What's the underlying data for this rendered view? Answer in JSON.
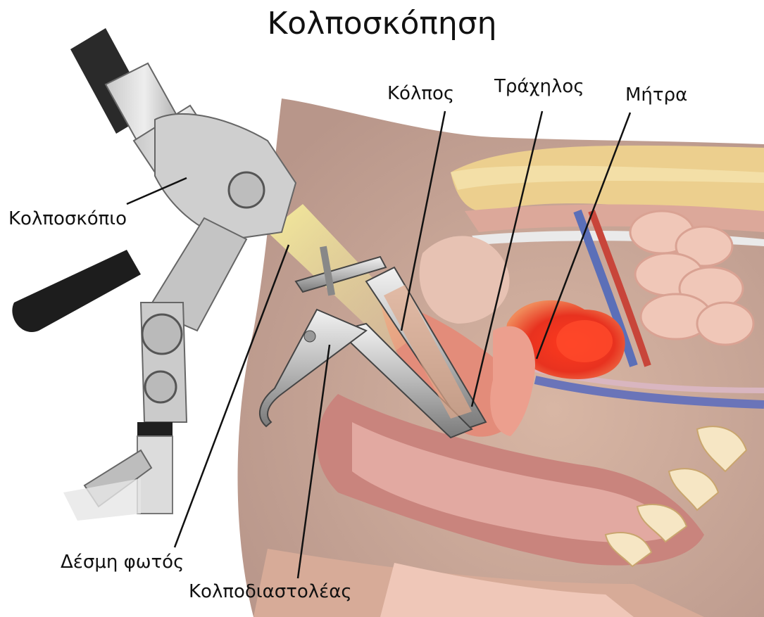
{
  "title": "Κολποσκόπηση",
  "labels": {
    "vagina": "Κόλπος",
    "cervix": "Τράχηλος",
    "uterus": "Μήτρα",
    "colposcope": "Κολποσκόπιο",
    "light_beam": "Δέσμη φωτός",
    "speculum": "Κολποδιαστολέας"
  },
  "colors": {
    "skin": "#c9a896",
    "uterus": "#e4342a",
    "cervix": "#e8897a",
    "instrument": "#dcdcdc",
    "light": "#f4eb9a"
  },
  "icons": [
    "colposcope-illustration",
    "speculum-illustration",
    "pelvic-anatomy-illustration"
  ]
}
